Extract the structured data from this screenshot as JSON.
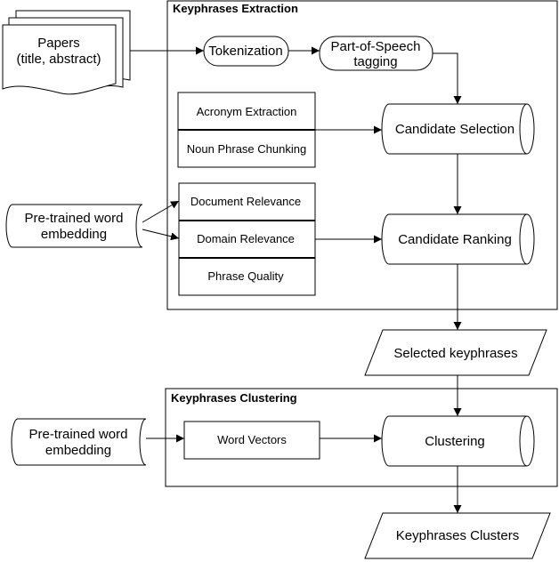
{
  "sections": {
    "extraction_title": "Keyphrases Extraction",
    "clustering_title": "Keyphrases Clustering"
  },
  "nodes": {
    "papers_line1": "Papers",
    "papers_line2": "(title, abstract)",
    "tokenization": "Tokenization",
    "pos_line1": "Part-of-Speech",
    "pos_line2": "tagging",
    "acronym": "Acronym Extraction",
    "noun_phrase": "Noun Phrase Chunking",
    "candidate_selection": "Candidate Selection",
    "embed1_line1": "Pre-trained word",
    "embed1_line2": "embedding",
    "doc_relevance": "Document Relevance",
    "domain_relevance": "Domain Relevance",
    "phrase_quality": "Phrase Quality",
    "candidate_ranking": "Candidate Ranking",
    "selected_keyphrases": "Selected keyphrases",
    "embed2_line1": "Pre-trained word",
    "embed2_line2": "embedding",
    "word_vectors": "Word Vectors",
    "clustering": "Clustering",
    "keyphrases_clusters": "Keyphrases Clusters"
  }
}
